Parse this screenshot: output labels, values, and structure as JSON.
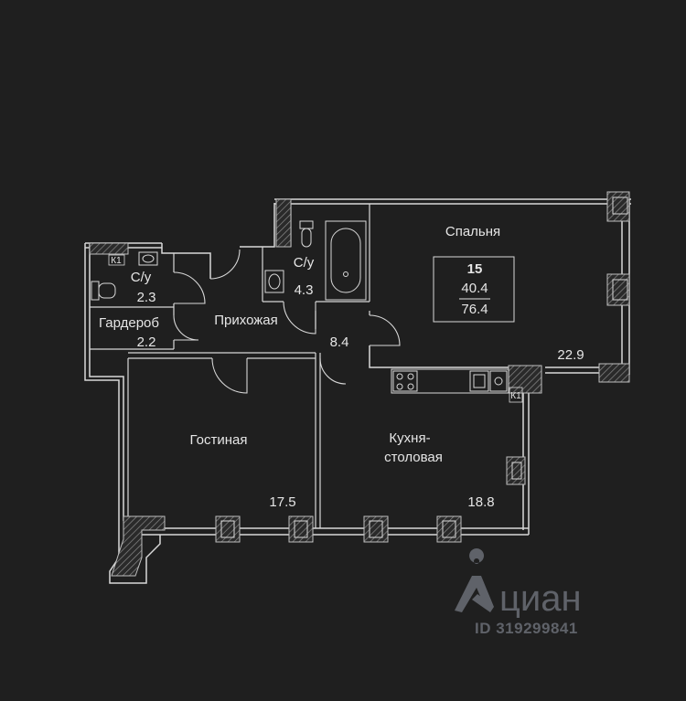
{
  "rooms": {
    "bath1_name": "С/у",
    "bath1_area": "2.3",
    "wardrobe_name": "Гардероб",
    "wardrobe_area": "2.2",
    "hall_name": "Прихожая",
    "hall_area": "8.4",
    "bath2_name": "С/у",
    "bath2_area": "4.3",
    "bedroom_name": "Спальня",
    "bedroom_area": "22.9",
    "living_name": "Гостиная",
    "living_area": "17.5",
    "kitchen_name_1": "Кухня-",
    "kitchen_name_2": "столовая",
    "kitchen_area": "18.8"
  },
  "apartment": {
    "number": "15",
    "living_area": "40.4",
    "total_area": "76.4"
  },
  "markers": {
    "k1_top": "К1",
    "k1_side": "К1"
  },
  "watermark": {
    "brand": "циан",
    "id": "ID 319299841"
  }
}
